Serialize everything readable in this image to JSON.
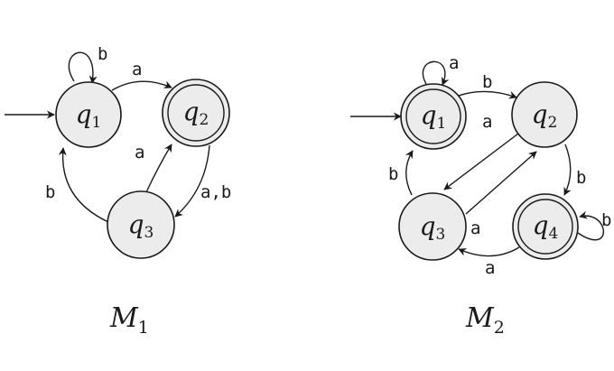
{
  "machines": [
    {
      "title": "M",
      "title_sub": "1",
      "states": [
        {
          "name": "q",
          "sub": "1"
        },
        {
          "name": "q",
          "sub": "2"
        },
        {
          "name": "q",
          "sub": "3"
        }
      ],
      "labels": {
        "loop_q1": "b",
        "q1_q2": "a",
        "q3_q2": "a",
        "q2_q3": "a,b",
        "q3_q1": "b"
      }
    },
    {
      "title": "M",
      "title_sub": "2",
      "states": [
        {
          "name": "q",
          "sub": "1"
        },
        {
          "name": "q",
          "sub": "2"
        },
        {
          "name": "q",
          "sub": "3"
        },
        {
          "name": "q",
          "sub": "4"
        }
      ],
      "labels": {
        "loop_q1": "a",
        "q1_q2": "b",
        "q2_q3": "a",
        "q3_q2": "a",
        "q3_q1": "b",
        "q2_q4": "b",
        "q4_q3": "a",
        "loop_q4": "b"
      }
    }
  ]
}
